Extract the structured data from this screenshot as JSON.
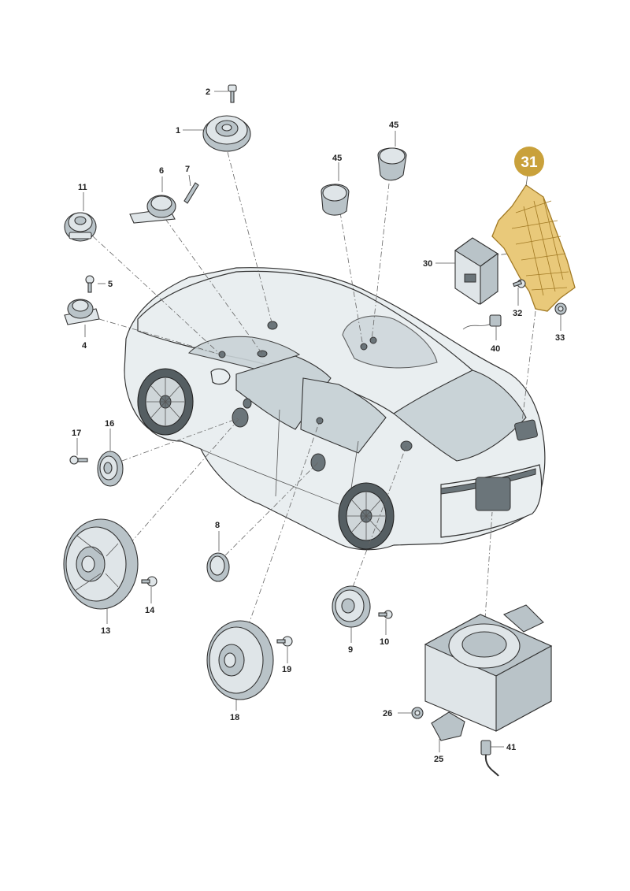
{
  "labels": {
    "p1": "1",
    "p2": "2",
    "p4": "4",
    "p5": "5",
    "p6": "6",
    "p7": "7",
    "p8": "8",
    "p9": "9",
    "p10": "10",
    "p11": "11",
    "p13": "13",
    "p14": "14",
    "p16": "16",
    "p17": "17",
    "p18": "18",
    "p19": "19",
    "p25": "25",
    "p26": "26",
    "p30": "30",
    "p32": "32",
    "p33": "33",
    "p40": "40",
    "p41": "41",
    "p45a": "45",
    "p45b": "45"
  },
  "highlight": {
    "label": "31",
    "color": "#c9a13b",
    "fill_color": "#e9c97a"
  }
}
